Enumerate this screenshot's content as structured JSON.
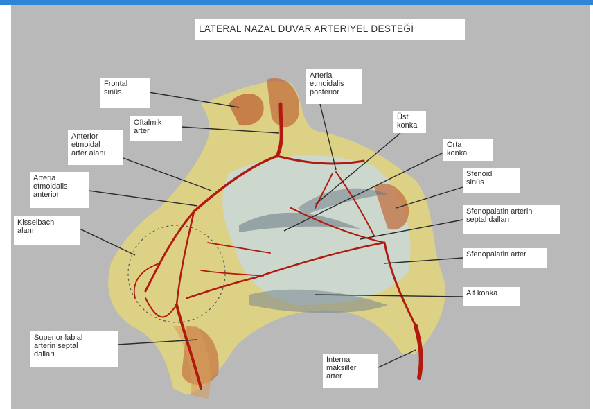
{
  "title": "LATERAL NAZAL DUVAR ARTERİYEL DESTEĞİ",
  "colors": {
    "top_bar": "#2f86d6",
    "background": "#b9b9b9",
    "artery": "#b2190f",
    "tissue": "#e2d57a"
  },
  "labels": {
    "frontal_sinus": "Frontal\nsinüs",
    "oftalmik_arter": "Oftalmik\narter",
    "arteria_etmoidalis_posterior": "Arteria\netmoidalis\nposterior",
    "ust_konka": "Üst\nkonka",
    "orta_konka": "Orta\nkonka",
    "sfenoid_sinus": "Sfenoid\nsinüs",
    "anterior_etmoidal_arter_alani": "Anterior\netmoidal\narter alanı",
    "arteria_etmoidalis_anterior": "Arteria\netmoidalis\nanterior",
    "kisselbach_alani": "Kisselbach\nalanı",
    "sfenopalatin_septal": "Sfenopalatin arterin\nseptal dalları",
    "sfenopalatin_arter": "Sfenopalatin arter",
    "alt_konka": "Alt konka",
    "superior_labial": "Superior labial\narterin septal\ndalları",
    "internal_maksiller": "Internal\nmaksiller\narter"
  }
}
